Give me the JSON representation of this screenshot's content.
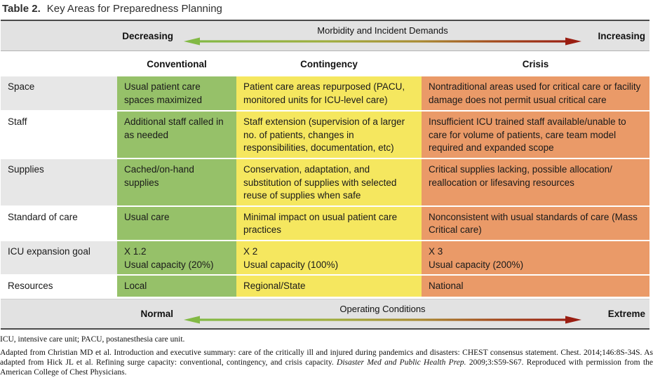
{
  "title": {
    "number": "Table 2.",
    "text": "Key Areas for Preparedness Planning"
  },
  "top_axis": {
    "left": "Decreasing",
    "center": "Morbidity and Incident Demands",
    "right": "Increasing"
  },
  "columns": [
    "Conventional",
    "Contingency",
    "Crisis"
  ],
  "rows": [
    {
      "label": "Space",
      "cells": [
        "Usual patient care spaces maximized",
        "Patient care areas repurposed (PACU, monitored units for ICU-level care)",
        "Nontraditional areas used for critical care or facility damage does not permit usual critical care"
      ]
    },
    {
      "label": "Staff",
      "cells": [
        "Additional staff called in as needed",
        "Staff extension (supervision of a larger no. of patients, changes in responsibilities, documentation, etc)",
        "Insufficient ICU trained staff available/unable to care for volume of patients, care team model required and expanded scope"
      ]
    },
    {
      "label": "Supplies",
      "cells": [
        "Cached/on-hand supplies",
        "Conservation, adaptation, and substitution of supplies with selected reuse of supplies when safe",
        "Critical supplies lacking, possible allocation/ reallocation or lifesaving resources"
      ]
    },
    {
      "label": "Standard of care",
      "cells": [
        "Usual care",
        "Minimal impact on usual patient care practices",
        "Nonconsistent with usual standards of care (Mass Critical care)"
      ]
    },
    {
      "label": "ICU expansion goal",
      "cells": [
        "X 1.2\nUsual capacity (20%)",
        "X 2\nUsual capacity (100%)",
        "X 3\nUsual capacity (200%)"
      ]
    },
    {
      "label": "Resources",
      "cells": [
        "Local",
        "Regional/State",
        "National"
      ]
    }
  ],
  "bottom_axis": {
    "left": "Normal",
    "center": "Operating Conditions",
    "right": "Extreme"
  },
  "footnotes": {
    "abbreviations": "ICU, intensive care unit; PACU, postanesthesia care unit.",
    "citation_part1": "Adapted from Christian MD et al. Introduction and executive summary: care of the critically ill and injured during pandemics and disasters: CHEST consensus statement. Chest. 2014;146:8S-34S. As adapted from Hick JL et al. Refining surge capacity: conventional, contingency, and crisis capacity. ",
    "citation_journal": "Disaster Med and Public Health Prep.",
    "citation_part2": " 2009;3:S59-S67. Reproduced with permission from the American College of Chest Physicians."
  },
  "colors": {
    "conventional_green": "#96c169",
    "contingency_yellow": "#f5e75f",
    "crisis_orange": "#ea9a68",
    "band_grey": "#e2e2e2",
    "arrow_green": "#82b944",
    "arrow_red": "#9a1e12"
  }
}
